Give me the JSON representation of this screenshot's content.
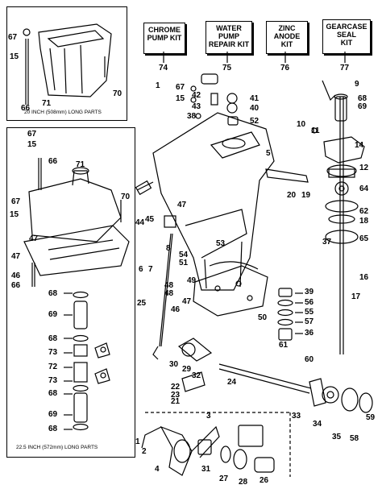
{
  "kits": [
    {
      "lines": [
        "CHROME",
        "PUMP KIT"
      ],
      "num": "74"
    },
    {
      "lines": [
        "WATER",
        "PUMP",
        "REPAIR KIT"
      ],
      "num": "75"
    },
    {
      "lines": [
        "ZINC",
        "ANODE",
        "KIT"
      ],
      "num": "76"
    },
    {
      "lines": [
        "GEARCASE",
        "SEAL",
        "KIT"
      ],
      "num": "77"
    }
  ],
  "captions": {
    "inset_top": "20 INCH (508mm) LONG PARTS",
    "inset_bottom": "22.5 INCH (572mm) LONG PARTS"
  },
  "labels": {
    "top_inset": [
      "67",
      "15",
      "71",
      "70",
      "66"
    ],
    "left_inset": [
      "67",
      "15",
      "66",
      "71",
      "70",
      "67",
      "15",
      "47",
      "47",
      "46",
      "66",
      "68",
      "69",
      "68",
      "73",
      "72",
      "73",
      "68",
      "69",
      "68"
    ],
    "center": [
      "5",
      "1",
      "67",
      "15",
      "42",
      "43",
      "38",
      "41",
      "40",
      "52",
      "45",
      "44",
      "47",
      "20",
      "19",
      "48",
      "8",
      "53",
      "37",
      "54",
      "51",
      "49",
      "7",
      "6",
      "48",
      "47",
      "25",
      "46",
      "50",
      "39",
      "56",
      "55",
      "57",
      "36",
      "61",
      "60",
      "30",
      "29",
      "32",
      "24",
      "33",
      "22",
      "23",
      "21",
      "2",
      "1",
      "3",
      "4",
      "31",
      "27",
      "28",
      "26",
      "9",
      "68",
      "10",
      "69",
      "11",
      "14",
      "12",
      "64",
      "62",
      "18",
      "65",
      "16",
      "17",
      "34",
      "35",
      "58",
      "59"
    ]
  },
  "colors": {
    "ink": "#000000",
    "paper": "#ffffff"
  }
}
